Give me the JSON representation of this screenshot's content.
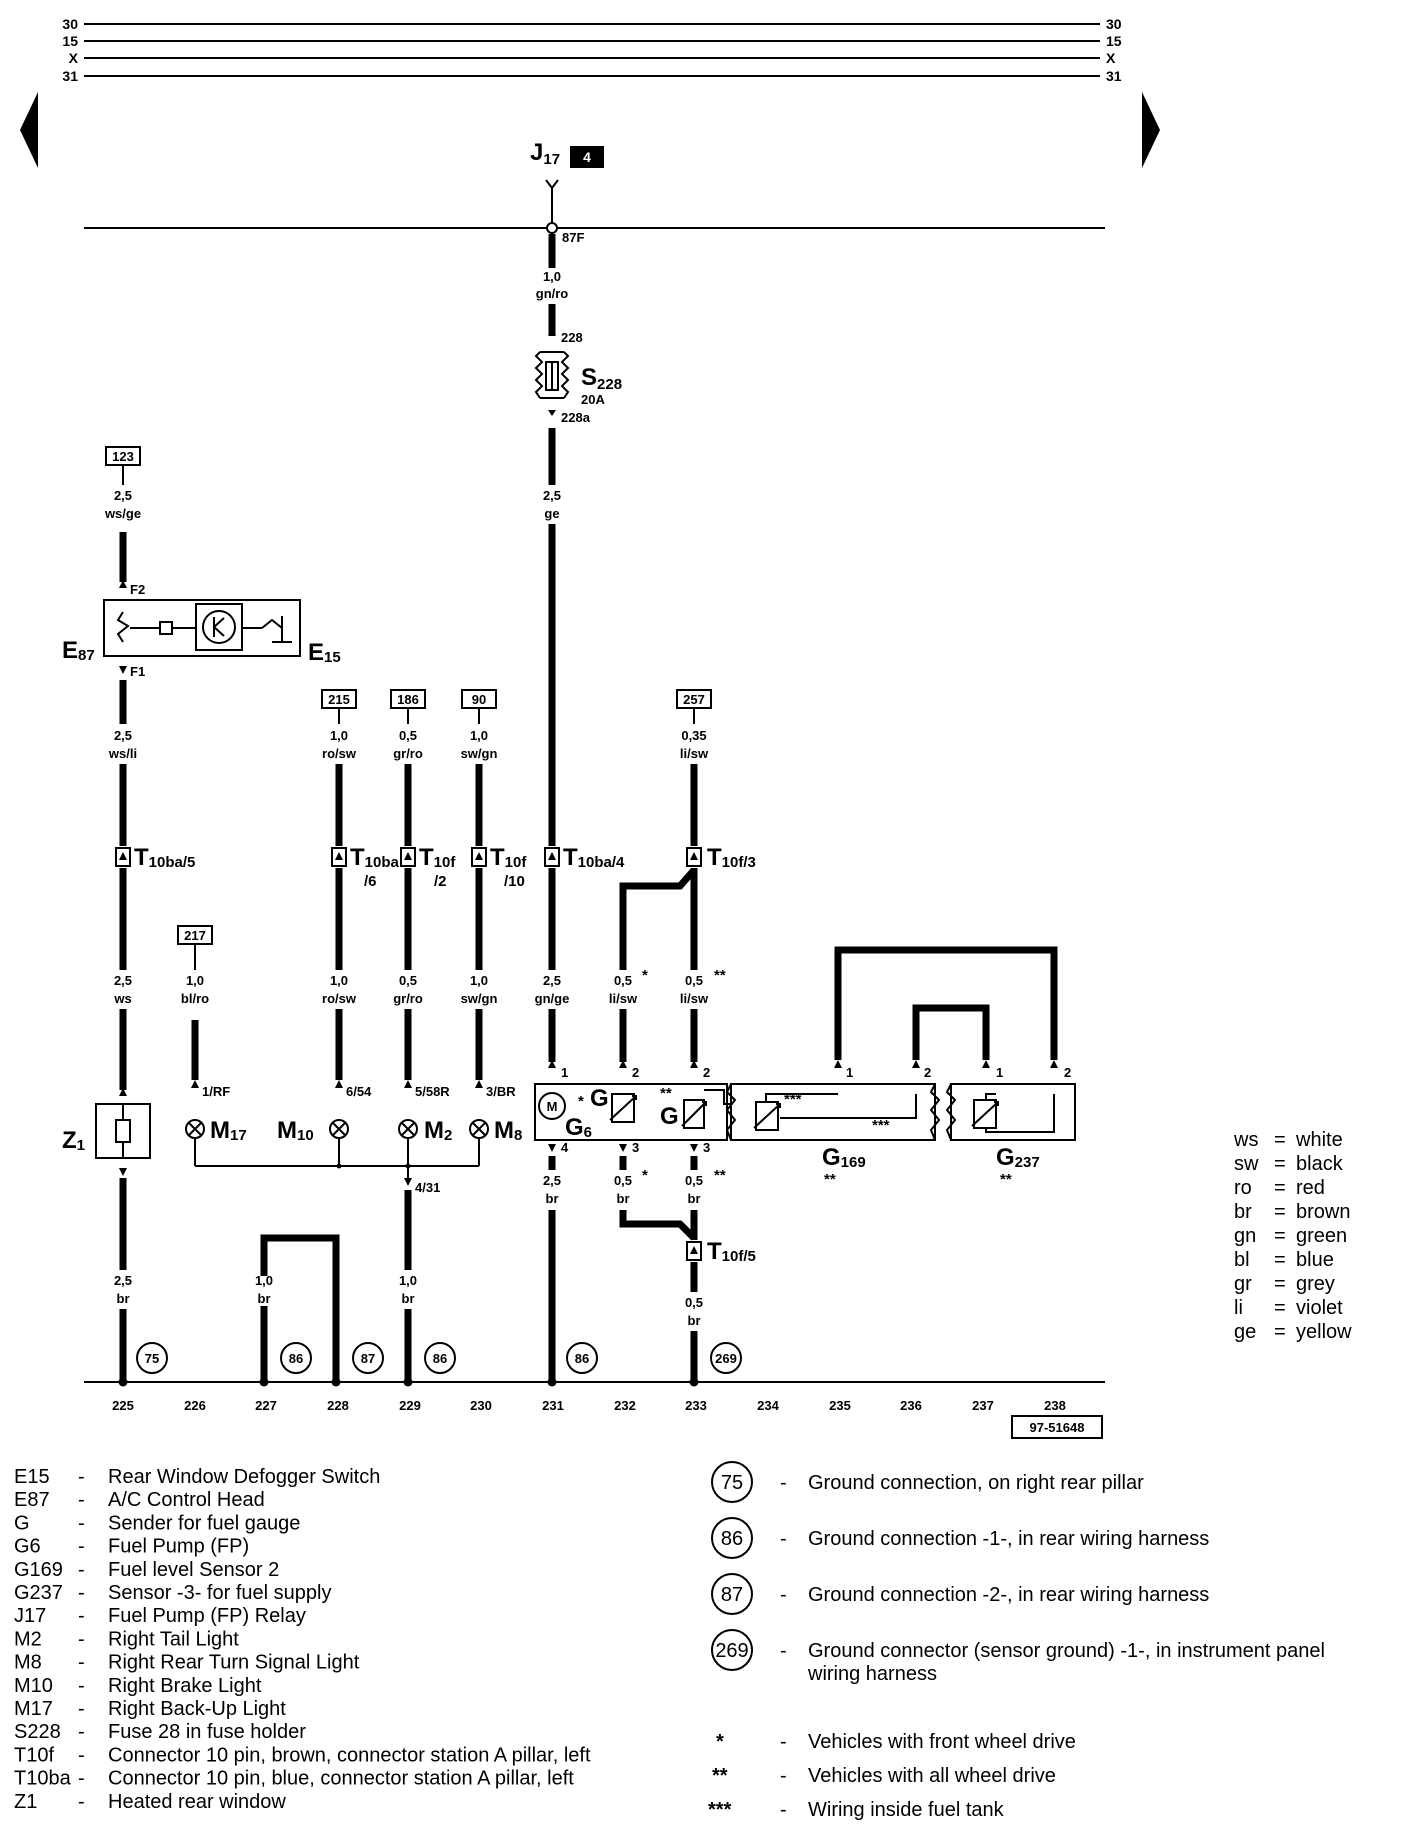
{
  "rails": {
    "left": [
      "30",
      "15",
      "X",
      "31"
    ],
    "right": [
      "30",
      "15",
      "X",
      "31"
    ]
  },
  "relay": {
    "name": "J",
    "sub": "17",
    "badge": "4",
    "pin": "87F"
  },
  "fuse": {
    "name": "S",
    "sub": "228",
    "rating": "20A",
    "pin_top": "228",
    "pin_bottom": "228a"
  },
  "wires": {
    "relay_out": {
      "gauge": "1,0",
      "color": "gn/ro"
    },
    "fuse_out": {
      "gauge": "2,5",
      "color": "ge"
    },
    "w123": {
      "ref": "123",
      "gauge": "2,5",
      "color": "ws/ge"
    },
    "e87_out": {
      "gauge": "2,5",
      "color": "ws/li"
    },
    "z1_in": {
      "gauge": "2,5",
      "color": "ws"
    },
    "z1_out": {
      "gauge": "2,5",
      "color": "br"
    },
    "w217": {
      "ref": "217",
      "gauge": "1,0",
      "color": "bl/ro"
    },
    "w215": {
      "ref": "215",
      "gauge": "1,0",
      "color": "ro/sw"
    },
    "w215b": {
      "gauge": "1,0",
      "color": "ro/sw"
    },
    "w186": {
      "ref": "186",
      "gauge": "0,5",
      "color": "gr/ro"
    },
    "w186b": {
      "gauge": "0,5",
      "color": "gr/ro"
    },
    "w90": {
      "ref": "90",
      "gauge": "1,0",
      "color": "sw/gn"
    },
    "w90b": {
      "gauge": "1,0",
      "color": "sw/gn"
    },
    "g6_in": {
      "gauge": "2,5",
      "color": "gn/ge"
    },
    "w257": {
      "ref": "257",
      "gauge": "0,35",
      "color": "li/sw"
    },
    "g_star_in": {
      "gauge": "0,5",
      "color": "li/sw",
      "mark": "*"
    },
    "g_dstar_in": {
      "gauge": "0,5",
      "color": "li/sw",
      "mark": "**"
    },
    "g6_out": {
      "gauge": "2,5",
      "color": "br"
    },
    "g_star_out": {
      "gauge": "0,5",
      "color": "br",
      "mark": "*"
    },
    "g_dstar_out": {
      "gauge": "0,5",
      "color": "br",
      "mark": "**"
    },
    "t10f5_out": {
      "gauge": "0,5",
      "color": "br"
    },
    "w227": {
      "gauge": "1,0",
      "color": "br"
    },
    "w229": {
      "gauge": "1,0",
      "color": "br"
    }
  },
  "components": {
    "e87": "E",
    "e87_sub": "87",
    "e87_pin_top": "F2",
    "e87_pin_bottom": "F1",
    "e15": "E",
    "e15_sub": "15",
    "z1": "Z",
    "z1_sub": "1",
    "m17": "M",
    "m17_sub": "17",
    "m17_pin": "1/RF",
    "m10": "M",
    "m10_sub": "10",
    "m10_pin": "6/54",
    "m2": "M",
    "m2_sub": "2",
    "m2_pin": "5/58R",
    "m8": "M",
    "m8_sub": "8",
    "m8_pin": "3/BR",
    "m2_out_pin": "4/31",
    "g6": "G",
    "g6_sub": "6",
    "g6_pin_in": "1",
    "g6_pin_out": "4",
    "g_star": "G",
    "g_star_mark": "*",
    "g_star_pin_in": "2",
    "g_star_pin_out": "3",
    "g_dstar": "G",
    "g_dstar_mark": "**",
    "g_dstar_pin_in": "2",
    "g_dstar_pin_out": "3",
    "g169": "G",
    "g169_sub": "169",
    "g169_mark": "**",
    "g169_pin1": "1",
    "g169_pin2": "2",
    "g169_inner_mark": "***",
    "g169_inner_mark2": "***",
    "g237": "G",
    "g237_sub": "237",
    "g237_mark": "**",
    "g237_pin1": "1",
    "g237_pin2": "2"
  },
  "connectors": {
    "t10ba5": {
      "name": "T",
      "sub": "10ba/5"
    },
    "t10ba6": {
      "name": "T",
      "sub": "10ba",
      "sub2": "/6"
    },
    "t10f2": {
      "name": "T",
      "sub": "10f",
      "sub2": "/2"
    },
    "t10f10": {
      "name": "T",
      "sub": "10f",
      "sub2": "/10"
    },
    "t10ba4": {
      "name": "T",
      "sub": "10ba/4"
    },
    "t10f3": {
      "name": "T",
      "sub": "10f/3"
    },
    "t10f5": {
      "name": "T",
      "sub": "10f/5"
    }
  },
  "grounds": {
    "g75": "75",
    "g86a": "86",
    "g87": "87",
    "g86b": "86",
    "g86c": "86",
    "g269": "269"
  },
  "track_numbers": [
    "225",
    "226",
    "227",
    "228",
    "229",
    "230",
    "231",
    "232",
    "233",
    "234",
    "235",
    "236",
    "237",
    "238"
  ],
  "diagram_code": "97-51648",
  "color_legend": [
    {
      "abbr": "ws",
      "eq": "=",
      "name": "white"
    },
    {
      "abbr": "sw",
      "eq": "=",
      "name": "black"
    },
    {
      "abbr": "ro",
      "eq": "=",
      "name": "red"
    },
    {
      "abbr": "br",
      "eq": "=",
      "name": "brown"
    },
    {
      "abbr": "gn",
      "eq": "=",
      "name": "green"
    },
    {
      "abbr": "bl",
      "eq": "=",
      "name": "blue"
    },
    {
      "abbr": "gr",
      "eq": "=",
      "name": "grey"
    },
    {
      "abbr": "li",
      "eq": "=",
      "name": "violet"
    },
    {
      "abbr": "ge",
      "eq": "=",
      "name": "yellow"
    }
  ],
  "legend_left": [
    {
      "code": "E15",
      "dash": "-",
      "desc": "Rear Window Defogger Switch"
    },
    {
      "code": "E87",
      "dash": "-",
      "desc": "A/C Control Head"
    },
    {
      "code": "G",
      "dash": "-",
      "desc": "Sender for fuel gauge"
    },
    {
      "code": "G6",
      "dash": "-",
      "desc": "Fuel Pump (FP)"
    },
    {
      "code": "G169",
      "dash": "-",
      "desc": "Fuel level Sensor 2"
    },
    {
      "code": "G237",
      "dash": "-",
      "desc": "Sensor -3- for fuel supply"
    },
    {
      "code": "J17",
      "dash": "-",
      "desc": "Fuel Pump (FP) Relay"
    },
    {
      "code": "M2",
      "dash": "-",
      "desc": "Right Tail Light"
    },
    {
      "code": "M8",
      "dash": "-",
      "desc": "Right Rear Turn Signal Light"
    },
    {
      "code": "M10",
      "dash": "-",
      "desc": "Right Brake Light"
    },
    {
      "code": "M17",
      "dash": "-",
      "desc": "Right Back-Up Light"
    },
    {
      "code": "S228",
      "dash": "-",
      "desc": "Fuse 28 in fuse holder"
    },
    {
      "code": "T10f",
      "dash": "-",
      "desc": "Connector 10 pin, brown, connector station A pillar, left"
    },
    {
      "code": "T10ba",
      "dash": "-",
      "desc": "Connector 10 pin, blue, connector station A pillar, left"
    },
    {
      "code": "Z1",
      "dash": "-",
      "desc": "Heated rear window"
    }
  ],
  "legend_right": [
    {
      "num": "75",
      "dash": "-",
      "desc": "Ground connection, on right rear pillar"
    },
    {
      "num": "86",
      "dash": "-",
      "desc": "Ground connection -1-, in rear wiring harness"
    },
    {
      "num": "87",
      "dash": "-",
      "desc": "Ground connection -2-, in rear wiring harness"
    },
    {
      "num": "269",
      "dash": "-",
      "desc": "Ground connector (sensor ground) -1-, in instrument panel",
      "desc2": "wiring harness"
    }
  ],
  "legend_marks": [
    {
      "mark": "*",
      "dash": "-",
      "desc": "Vehicles with front wheel drive"
    },
    {
      "mark": "**",
      "dash": "-",
      "desc": "Vehicles with all wheel drive"
    },
    {
      "mark": "***",
      "dash": "-",
      "desc": "Wiring inside fuel tank"
    }
  ]
}
